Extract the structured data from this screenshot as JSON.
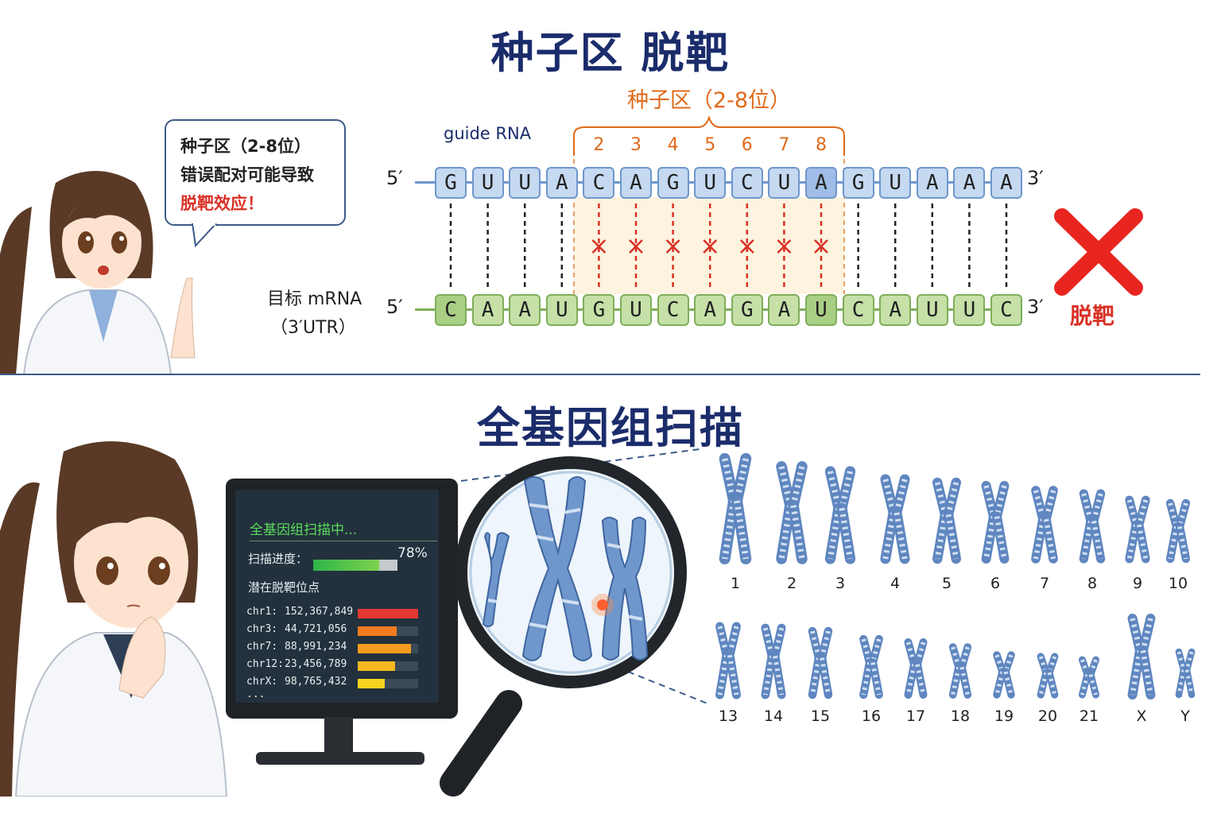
{
  "top": {
    "title": "种子区 脱靶",
    "bubble": {
      "line1": "种子区（2-8位）",
      "line2": "错误配对可能导致",
      "line3": "脱靶效应！"
    },
    "seed_label": "种子区（2-8位）",
    "guide_label": "guide RNA",
    "target_label_1": "目标 mRNA",
    "target_label_2": "（3′UTR）",
    "end5": "5′",
    "end3": "3′",
    "guide_seq": [
      "G",
      "U",
      "U",
      "A",
      "C",
      "A",
      "G",
      "U",
      "C",
      "U",
      "A",
      "G",
      "U",
      "A",
      "A",
      "A"
    ],
    "target_seq": [
      "C",
      "A",
      "A",
      "U",
      "G",
      "U",
      "C",
      "A",
      "G",
      "A",
      "U",
      "C",
      "A",
      "U",
      "U",
      "C"
    ],
    "seed_positions": [
      "2",
      "3",
      "4",
      "5",
      "6",
      "7",
      "8"
    ],
    "off_target_label": "脱靶",
    "colors": {
      "title": "#1b2c6b",
      "seed": "#e06a1b",
      "mismatch": "#d93025",
      "guide": "#c5d9f1",
      "target": "#c6e0a8"
    }
  },
  "bottom": {
    "title": "全基因组扫描",
    "screen": {
      "title": "全基因组扫描中...",
      "progress_label": "扫描进度：",
      "progress_text": "78%",
      "progress": 0.78,
      "sites_label": "潜在脱靶位点",
      "rows": [
        {
          "chr": "chr1:",
          "pos": "152,367,849",
          "score": 1.0,
          "color": "#e53935"
        },
        {
          "chr": "chr3:",
          "pos": "44,721,056",
          "score": 0.65,
          "color": "#f57c20"
        },
        {
          "chr": "chr7:",
          "pos": "88,991,234",
          "score": 0.88,
          "color": "#f59a20"
        },
        {
          "chr": "chr12:",
          "pos": "23,456,789",
          "score": 0.62,
          "color": "#f5b820"
        },
        {
          "chr": "chrX:",
          "pos": "98,765,432",
          "score": 0.45,
          "color": "#f5d320"
        }
      ],
      "more": "..."
    },
    "karyotype_row1": [
      "1",
      "2",
      "3",
      "4",
      "5",
      "6",
      "7",
      "8",
      "9",
      "10"
    ],
    "karyotype_row2": [
      "13",
      "14",
      "15",
      "16",
      "17",
      "18",
      "19",
      "20",
      "21",
      "X",
      "Y"
    ]
  }
}
